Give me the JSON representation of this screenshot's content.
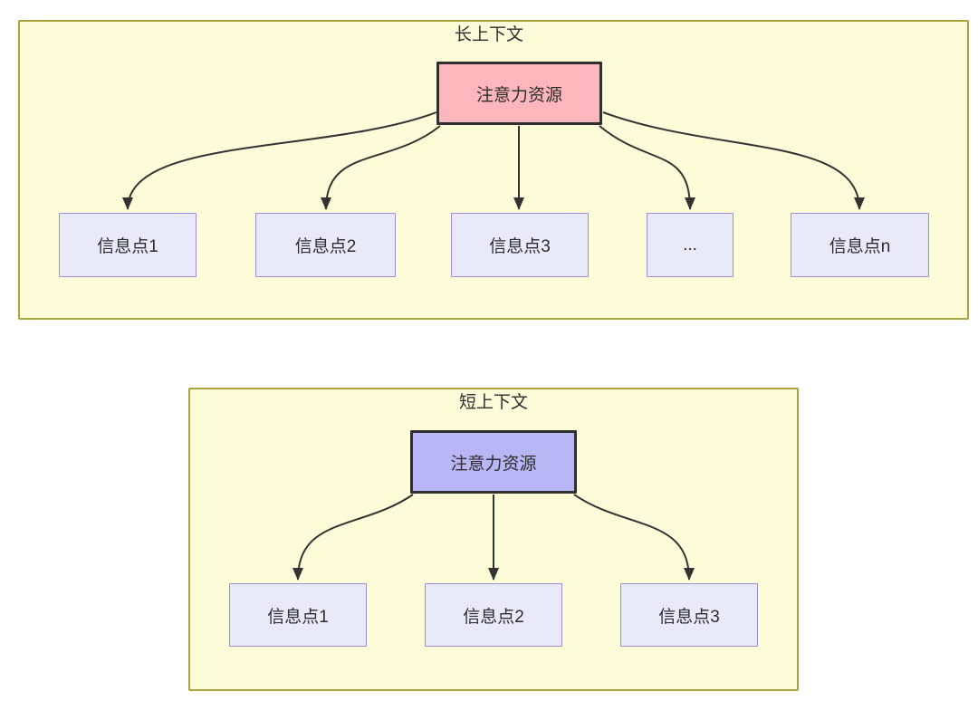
{
  "colors": {
    "container_fill": "#fdfcd9",
    "container_border": "#aba33b",
    "attention_long_fill": "#fdb6bb",
    "attention_short_fill": "#b9b6f6",
    "attention_border": "#2f2f2f",
    "info_fill": "#eae9fa",
    "info_border": "#9a8ce0",
    "arrow": "#333333",
    "text": "#2d2d2d"
  },
  "diagrams": {
    "long": {
      "title": "长上下文",
      "root_label": "注意力资源",
      "children": [
        "信息点1",
        "信息点2",
        "信息点3",
        "...",
        "信息点n"
      ]
    },
    "short": {
      "title": "短上下文",
      "root_label": "注意力资源",
      "children": [
        "信息点1",
        "信息点2",
        "信息点3"
      ]
    }
  }
}
